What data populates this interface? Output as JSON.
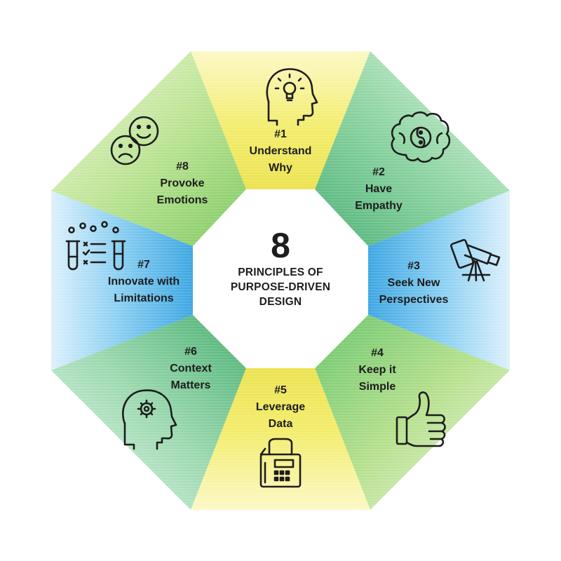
{
  "center": {
    "number": "8",
    "lines": [
      "PRINCIPLES OF",
      "PURPOSE-DRIVEN",
      "DESIGN"
    ]
  },
  "principles": [
    {
      "number": "#1",
      "lines": [
        "Understand",
        "Why"
      ],
      "icon": "head-lightbulb-icon",
      "color": "yellow"
    },
    {
      "number": "#2",
      "lines": [
        "Have",
        "Empathy"
      ],
      "icon": "brain-yin-yang-icon",
      "color": "green"
    },
    {
      "number": "#3",
      "lines": [
        "Seek New",
        "Perspectives"
      ],
      "icon": "telescope-icon",
      "color": "blue"
    },
    {
      "number": "#4",
      "lines": [
        "Keep it",
        "Simple"
      ],
      "icon": "thumbs-up-icon",
      "color": "green"
    },
    {
      "number": "#5",
      "lines": [
        "Leverage",
        "Data"
      ],
      "icon": "fax-machine-icon",
      "color": "yellow"
    },
    {
      "number": "#6",
      "lines": [
        "Context",
        "Matters"
      ],
      "icon": "head-gear-icon",
      "color": "green"
    },
    {
      "number": "#7",
      "lines": [
        "Innovate with",
        "Limitations"
      ],
      "icon": "test-tubes-checklist-icon",
      "color": "blue"
    },
    {
      "number": "#8",
      "lines": [
        "Provoke",
        "Emotions"
      ],
      "icon": "happy-sad-faces-icon",
      "color": "green"
    }
  ],
  "palette": {
    "yellow": "#f3ec6a",
    "green": "#7fd19a",
    "blue": "#5bb8e8",
    "ink": "#1d1d1d"
  }
}
